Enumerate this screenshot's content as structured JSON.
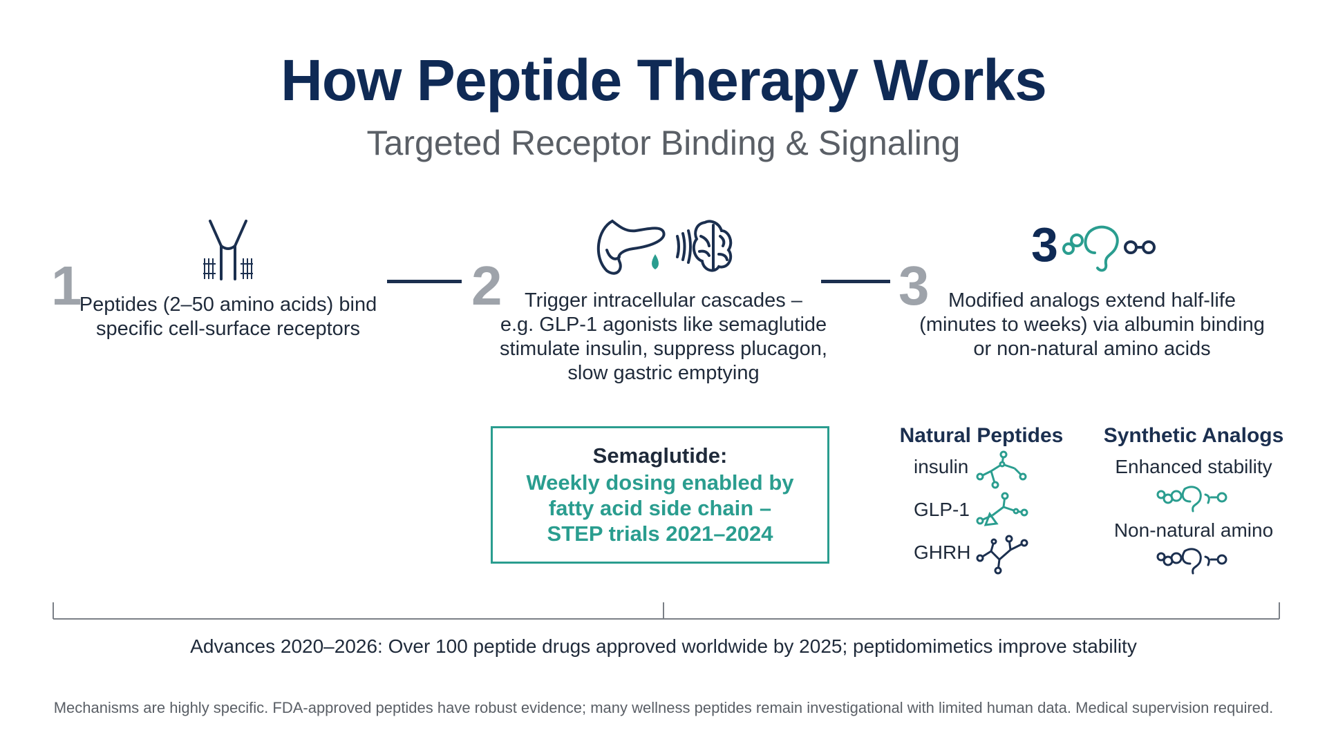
{
  "header": {
    "title": "How Peptide Therapy Works",
    "subtitle": "Targeted Receptor Binding & Signaling"
  },
  "steps": [
    {
      "number": "1",
      "lines": [
        "Peptides (2–50 amino acids) bind",
        "specific cell-surface receptors"
      ],
      "icon": "receptor-icon"
    },
    {
      "number": "2",
      "lines": [
        "Trigger intracellular cascades –",
        "e.g. GLP-1 agonists like semaglutide",
        "stimulate insulin, suppress plucagon,",
        "slow gastric emptying"
      ],
      "icon": "pancreas-brain-icon"
    },
    {
      "number": "3",
      "lines": [
        "Modified analogs extend half-life",
        "(minutes to weeks) via albumin binding",
        "or non-natural amino acids"
      ],
      "icon": "modified-peptide-icon"
    }
  ],
  "callout": {
    "title": "Semaglutide:",
    "body_lines": [
      "Weekly dosing enabled by",
      "fatty acid side chain –",
      "STEP trials 2021–2024"
    ]
  },
  "natural_peptides": {
    "heading": "Natural Peptides",
    "items": [
      "insulin",
      "GLP-1",
      "GHRH"
    ]
  },
  "synthetic_analogs": {
    "heading": "Synthetic Analogs",
    "items": [
      "Enhanced stability",
      "Non-natural amino"
    ]
  },
  "advances": "Advances 2020–2026: Over 100 peptide drugs approved worldwide by 2025; peptidomimetics improve stability",
  "footnote": "Mechanisms are highly specific. FDA-approved peptides have robust evidence; many wellness peptides remain investigational with limited human data. Medical supervision required.",
  "colors": {
    "navy": "#0f2a55",
    "teal": "#2a9d8f",
    "gray": "#9ea3aa"
  }
}
